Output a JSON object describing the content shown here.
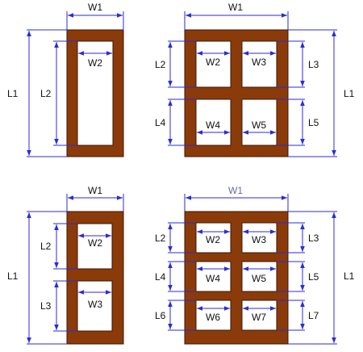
{
  "colors": {
    "frame": "#8b3a0a",
    "dimension": "#2b2bd6"
  },
  "diagrams": [
    {
      "id": "single-pane",
      "labels": {
        "w1": "W1",
        "w2": "W2",
        "l1": "L1",
        "l2": "L2"
      }
    },
    {
      "id": "four-pane",
      "labels": {
        "w1": "W1",
        "w2": "W2",
        "w3": "W3",
        "w4": "W4",
        "w5": "W5",
        "l1": "L1",
        "l2": "L2",
        "l3": "L3",
        "l4": "L4",
        "l5": "L5"
      }
    },
    {
      "id": "two-pane",
      "labels": {
        "w1": "W1",
        "w2": "W2",
        "w3": "W3",
        "l1": "L1",
        "l2": "L2",
        "l3": "L3"
      }
    },
    {
      "id": "six-pane",
      "labels": {
        "w1": "W1",
        "w2": "W2",
        "w3": "W3",
        "w4": "W4",
        "w5": "W5",
        "w6": "W6",
        "w7": "W7",
        "l1": "L1",
        "l2": "L2",
        "l3": "L3",
        "l4": "L4",
        "l5": "L5",
        "l6": "L6",
        "l7": "L7"
      }
    }
  ]
}
